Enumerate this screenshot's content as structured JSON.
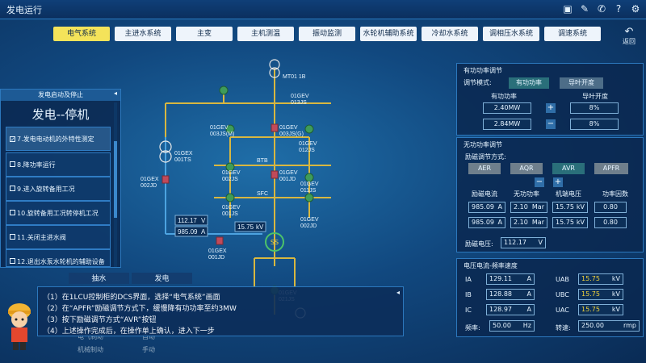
{
  "header": {
    "title": "发电运行",
    "icons": [
      "save-icon",
      "edit-icon",
      "phone-icon",
      "help-icon",
      "settings-icon"
    ]
  },
  "tabs": [
    "电气系统",
    "主进水系统",
    "主变",
    "主机测温",
    "振动监测",
    "水轮机辅助系统",
    "冷却水系统",
    "调相压水系统",
    "调速系统"
  ],
  "back_label": "返回",
  "left_panel": {
    "header": "发电启动及停止",
    "state": "发电--停机",
    "steps": [
      {
        "label": "7.发电电动机的外特性测定",
        "checked": true
      },
      {
        "label": "8.降功率运行",
        "checked": false
      },
      {
        "label": "9.进入旋转备用工况",
        "checked": false
      },
      {
        "label": "10.旋转备用工况转停机工况",
        "checked": false
      },
      {
        "label": "11.关闭主进水阀",
        "checked": false
      },
      {
        "label": "12.退出水泵水轮机的辅助设备",
        "checked": false
      }
    ]
  },
  "diagram": {
    "labels": {
      "mt": "MT01 1B",
      "gev013": "01GEV\n013JS",
      "gev003": "01GEV\n003JS(M)",
      "gev003g": "01GEV\n003JS(G)",
      "gev012": "01GEV\n012JS",
      "gex001": "01GEX\n001TS",
      "gex002": "01GEX\n002JD",
      "btb": "BTB",
      "sfc": "SFC",
      "gev002": "01GEV\n002JS",
      "gev001": "01GEV\n001JD",
      "gev011": "01GEV\n011JS",
      "gev001js": "01GEV\n001JS",
      "gev002jd": "01GEV\n002JD",
      "gex001jd": "01GEX\n001JD",
      "gev021": "01GEV\n021JS",
      "ss": "SS",
      "readout_v": "112.17",
      "readout_v_unit": "V",
      "readout_a": "985.09",
      "readout_a_unit": "A",
      "readout_kv": "15.75",
      "readout_kv_unit": "kV"
    }
  },
  "active_power": {
    "title": "有功功率调节",
    "mode_label": "调节模式:",
    "modes": [
      "有功功率",
      "导叶开度"
    ],
    "col1": "有功功率",
    "col2": "导叶开度",
    "rows": [
      {
        "power": "2.40MW",
        "guide": "8%"
      },
      {
        "power": "2.84MW",
        "guide": "8%"
      }
    ],
    "plus": "+",
    "minus": "−"
  },
  "reactive_power": {
    "title": "无功功率调节",
    "mode_label": "励磁调节方式:",
    "modes": [
      "AER",
      "AQR",
      "AVR",
      "APFR"
    ],
    "plus": "+",
    "minus": "−",
    "headers": [
      "励磁电流",
      "无功功率",
      "机端电压",
      "功率因数"
    ],
    "rows": [
      [
        "985.09",
        "A",
        "2.10",
        "Mar",
        "15.75",
        "kV",
        "0.80"
      ],
      [
        "985.09",
        "A",
        "2.10",
        "Mar",
        "15.75",
        "kV",
        "0.80"
      ]
    ],
    "voltage_label": "励磁电压:",
    "voltage_value": "112.17",
    "voltage_unit": "V"
  },
  "measurements": {
    "title": "电压电流-频率速度",
    "items": [
      {
        "l": "IA",
        "v": "129.11",
        "u": "A"
      },
      {
        "l": "IB",
        "v": "128.88",
        "u": "A"
      },
      {
        "l": "IC",
        "v": "128.97",
        "u": "A"
      },
      {
        "l": "频率:",
        "v": "50.00",
        "u": "Hz"
      }
    ],
    "items2": [
      {
        "l": "UAB",
        "v": "15.75",
        "u": "kV"
      },
      {
        "l": "UBC",
        "v": "15.75",
        "u": "kV"
      },
      {
        "l": "UAC",
        "v": "15.75",
        "u": "kV"
      },
      {
        "l": "转速:",
        "v": "250.00",
        "u": "rmp"
      }
    ]
  },
  "bottom": {
    "tabs": [
      "抽水",
      "发电"
    ],
    "grey": [
      "电气制动",
      "机械制动",
      "自动",
      "手动"
    ]
  },
  "instructions": [
    "（1）在1LCU控制柜的DCS界面，选择“电气系统”画面",
    "（2）在“APFR”励磁调节方式下，缓慢降有功功率至约3MW",
    "（3）按下励磁调节方式“AVR”按钮",
    "（4）上述操作完成后，在操作单上确认，进入下一步"
  ]
}
